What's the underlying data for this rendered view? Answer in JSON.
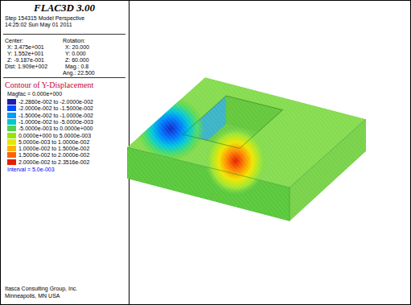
{
  "diagram": {
    "title": "FLAC3D 3.00",
    "labels": [
      "Step 154315 Model Perspective",
      "14:25:02 Sun May 01 2011",
      "Center:",
      "X: 3.475e+001",
      "Y: 1.552e+001",
      "Z: -9.187e-001",
      "Dist: 1.909e+002",
      "Rotation:",
      "X: 20.000",
      "Y: 0.000",
      "Z: 60.000",
      "Mag.: 0.8",
      "Ang.: 22.500",
      "Contour of Y-Displacement",
      "Magfac = 0.000e+000",
      "Interval = 5.0e-003",
      "Itasca Consulting Group, Inc.",
      "Minneapolis, MN USA"
    ],
    "legend": [
      {
        "text": "-2.2860e-002 to -2.0000e-002",
        "color": "#1e1eb4"
      },
      {
        "text": "-2.0000e-002 to -1.5000e-002",
        "color": "#0050ff"
      },
      {
        "text": "-1.5000e-002 to -1.0000e-002",
        "color": "#009bff"
      },
      {
        "text": "-1.0000e-002 to -5.0000e-003",
        "color": "#00c8c8"
      },
      {
        "text": "-5.0000e-003 to 0.0000e+000",
        "color": "#50d250"
      },
      {
        "text": "0.0000e+000 to 5.0000e-003",
        "color": "#96e600"
      },
      {
        "text": "5.0000e-003 to 1.0000e-002",
        "color": "#e6e600"
      },
      {
        "text": "1.0000e-002 to 1.5000e-002",
        "color": "#ffb400"
      },
      {
        "text": "1.5000e-002 to 2.0000e-002",
        "color": "#ff6400"
      },
      {
        "text": "2.0000e-002 to 2.3516e-002",
        "color": "#e61e00"
      }
    ]
  }
}
